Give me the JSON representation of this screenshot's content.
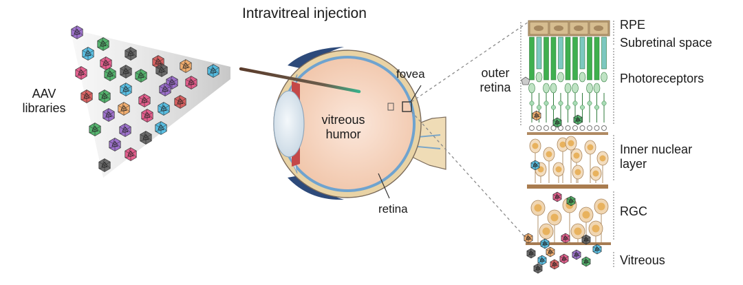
{
  "title": "Intravitreal injection",
  "left": {
    "label_line1": "AAV",
    "label_line2": "libraries"
  },
  "eye": {
    "vitreous_line1": "vitreous",
    "vitreous_line2": "humor",
    "fovea": "fovea",
    "retina": "retina"
  },
  "right": {
    "outer_line1": "outer",
    "outer_line2": "retina",
    "layers": {
      "rpe": "RPE",
      "subretinal": "Subretinal space",
      "photoreceptors": "Photoreceptors",
      "inner_nuclear_line1": "Inner nuclear",
      "inner_nuclear_line2": "layer",
      "rgc": "RGC",
      "vitreous": "Vitreous"
    }
  },
  "colors": {
    "capsid_palette": [
      "#8e5cc4",
      "#3fb6e0",
      "#e0457b",
      "#f2a35a",
      "#3aa857",
      "#555555",
      "#d44a4a"
    ],
    "rpe": "#b89a6a",
    "photoreceptor": "#3fb04f",
    "nucleus": "#e8b25e",
    "eye_fill": "#f7d9c8",
    "sclera": "#e9d3a5",
    "lid": "#2d4a7a"
  }
}
